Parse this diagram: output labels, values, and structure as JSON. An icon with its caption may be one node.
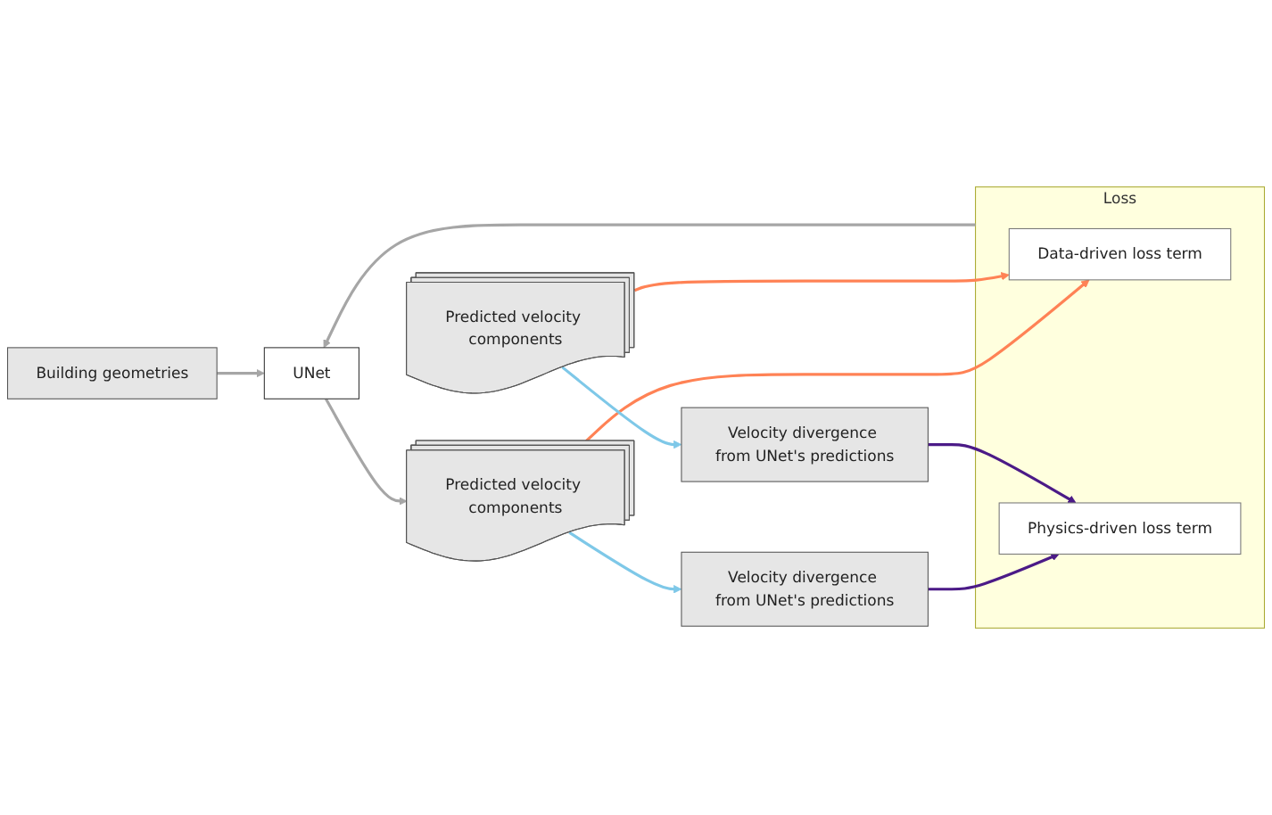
{
  "diagram": {
    "nodes": [
      {
        "text": [
          "Building geometries"
        ]
      },
      {
        "text": [
          "UNet"
        ]
      },
      {
        "text": [
          "Predicted velocity components"
        ]
      },
      {
        "text": [
          "Velocity divergence from UNet's predictions"
        ]
      },
      {
        "text": [
          "Loss"
        ]
      },
      {
        "text": [
          "Data-driven loss term"
        ],
        "in": 4
      },
      {
        "text": [
          "Physics-driven loss term"
        ],
        "in": 4
      },
      {
        "text": [
          "Predicted velocity components"
        ]
      },
      {
        "text": [
          "Velocity divergence from UNet's predictions"
        ]
      }
    ],
    "edges": [
      {
        "from": 0,
        "to": 1,
        "arrow": "to"
      },
      {
        "from": 1,
        "to": 2,
        "arrow": "to"
      },
      {
        "from": 2,
        "to": 3,
        "arrow": "to",
        "color": "#7ec8e8"
      },
      {
        "from": 2,
        "to": 5,
        "arrow": "to",
        "color": "#ff8255"
      },
      {
        "from": 4,
        "to": 1,
        "arrow": "to"
      },
      {
        "from": 7,
        "to": 5,
        "arrow": "to",
        "color": "#ff8255"
      },
      {
        "from": 7,
        "to": 8,
        "arrow": "to",
        "color": "#7ec8e8"
      },
      {
        "from": 3,
        "to": 6,
        "arrow": "to",
        "color": "#4b1a87"
      },
      {
        "from": 8,
        "to": 6,
        "arrow": "to",
        "color": "#4b1a87"
      }
    ]
  }
}
